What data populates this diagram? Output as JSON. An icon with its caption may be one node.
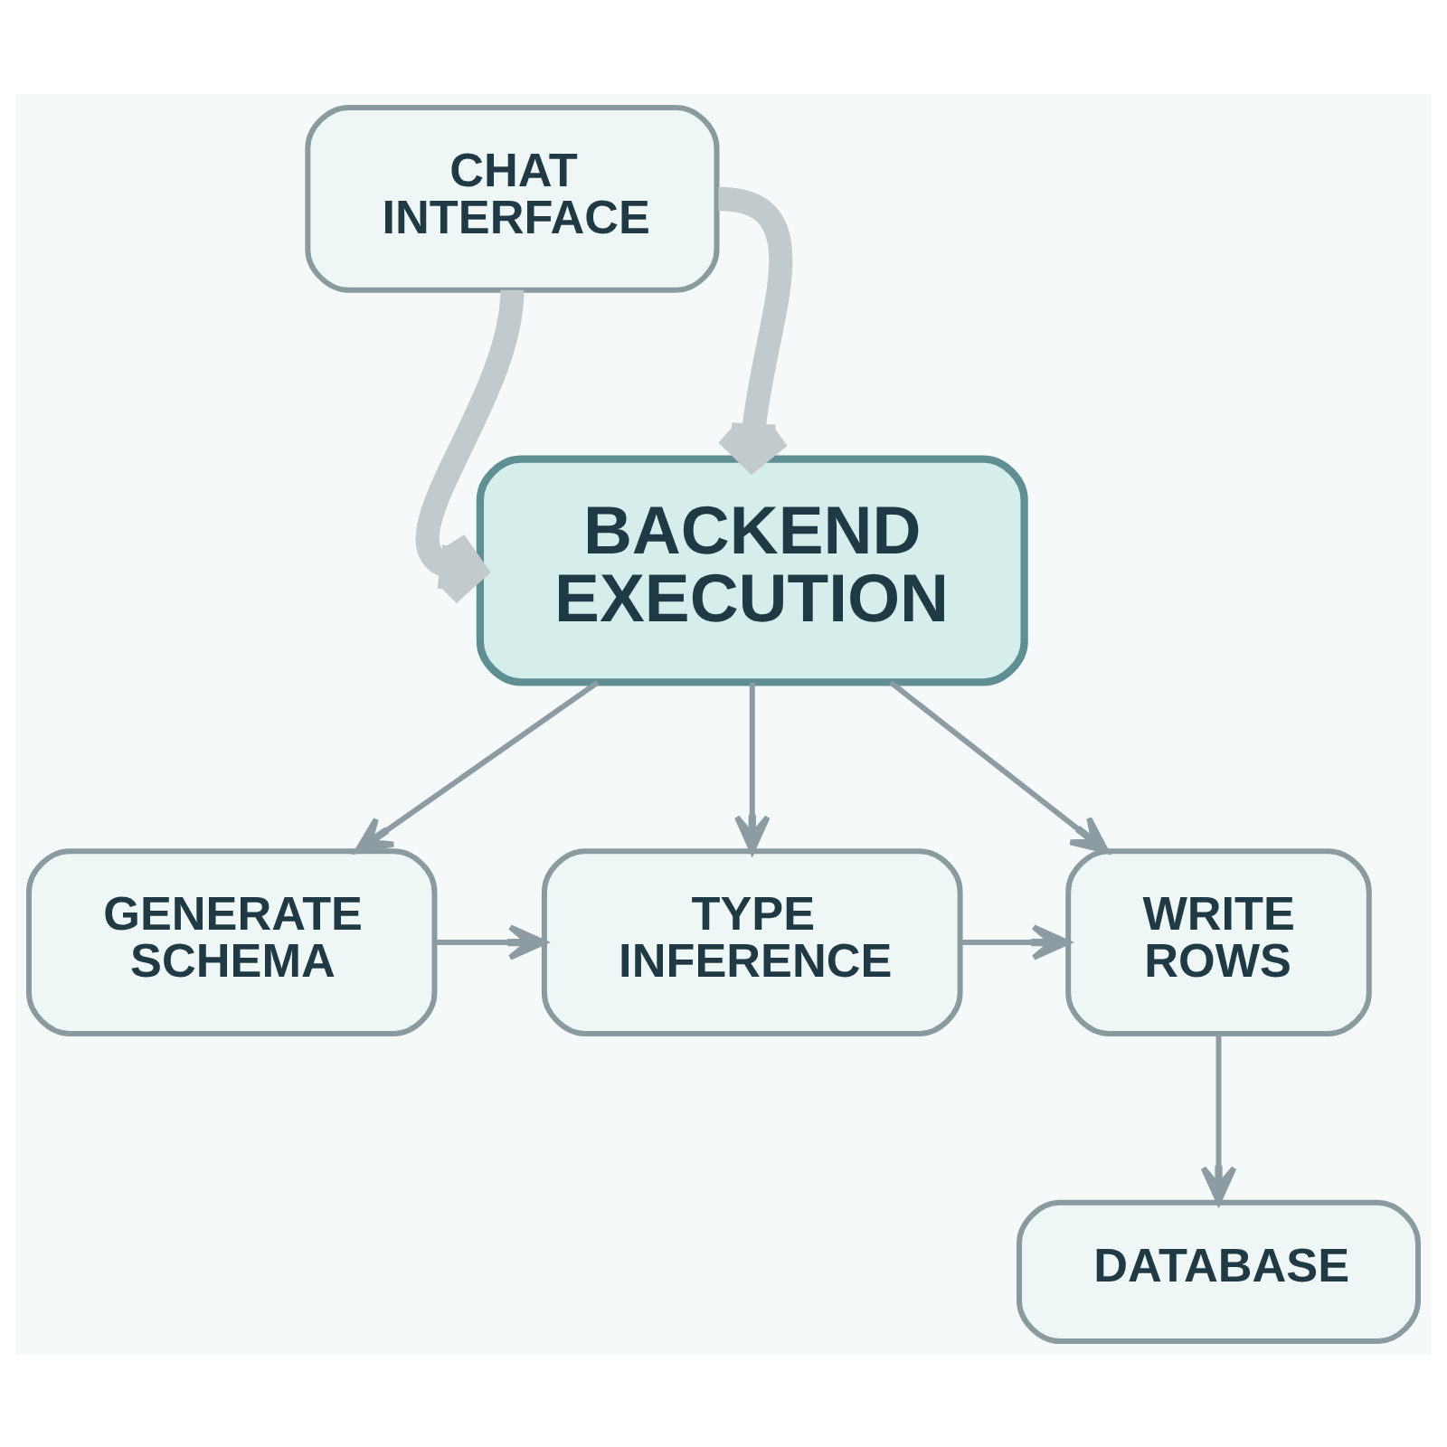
{
  "diagram": {
    "nodes": [
      {
        "text": [
          "CHAT INTERFACE"
        ]
      },
      {
        "text": [
          "BACKEND EXECUTION"
        ]
      },
      {
        "text": [
          "GENERATE SCHEMA"
        ]
      },
      {
        "text": [
          "TYPE INFERENCE"
        ]
      },
      {
        "text": [
          "WRITE ROWS"
        ]
      },
      {
        "text": [
          "DATABASE"
        ]
      }
    ],
    "edges": [
      {
        "from": 0,
        "to": 1,
        "arrow": "to",
        "style": "thick"
      },
      {
        "from": 0,
        "to": 1,
        "arrow": "to",
        "style": "thick"
      },
      {
        "from": 1,
        "to": 2,
        "arrow": "to"
      },
      {
        "from": 1,
        "to": 3,
        "arrow": "to"
      },
      {
        "from": 1,
        "to": 4,
        "arrow": "to"
      },
      {
        "from": 2,
        "to": 3,
        "arrow": "to"
      },
      {
        "from": 3,
        "to": 4,
        "arrow": "to"
      },
      {
        "from": 4,
        "to": 5,
        "arrow": "to"
      }
    ]
  }
}
